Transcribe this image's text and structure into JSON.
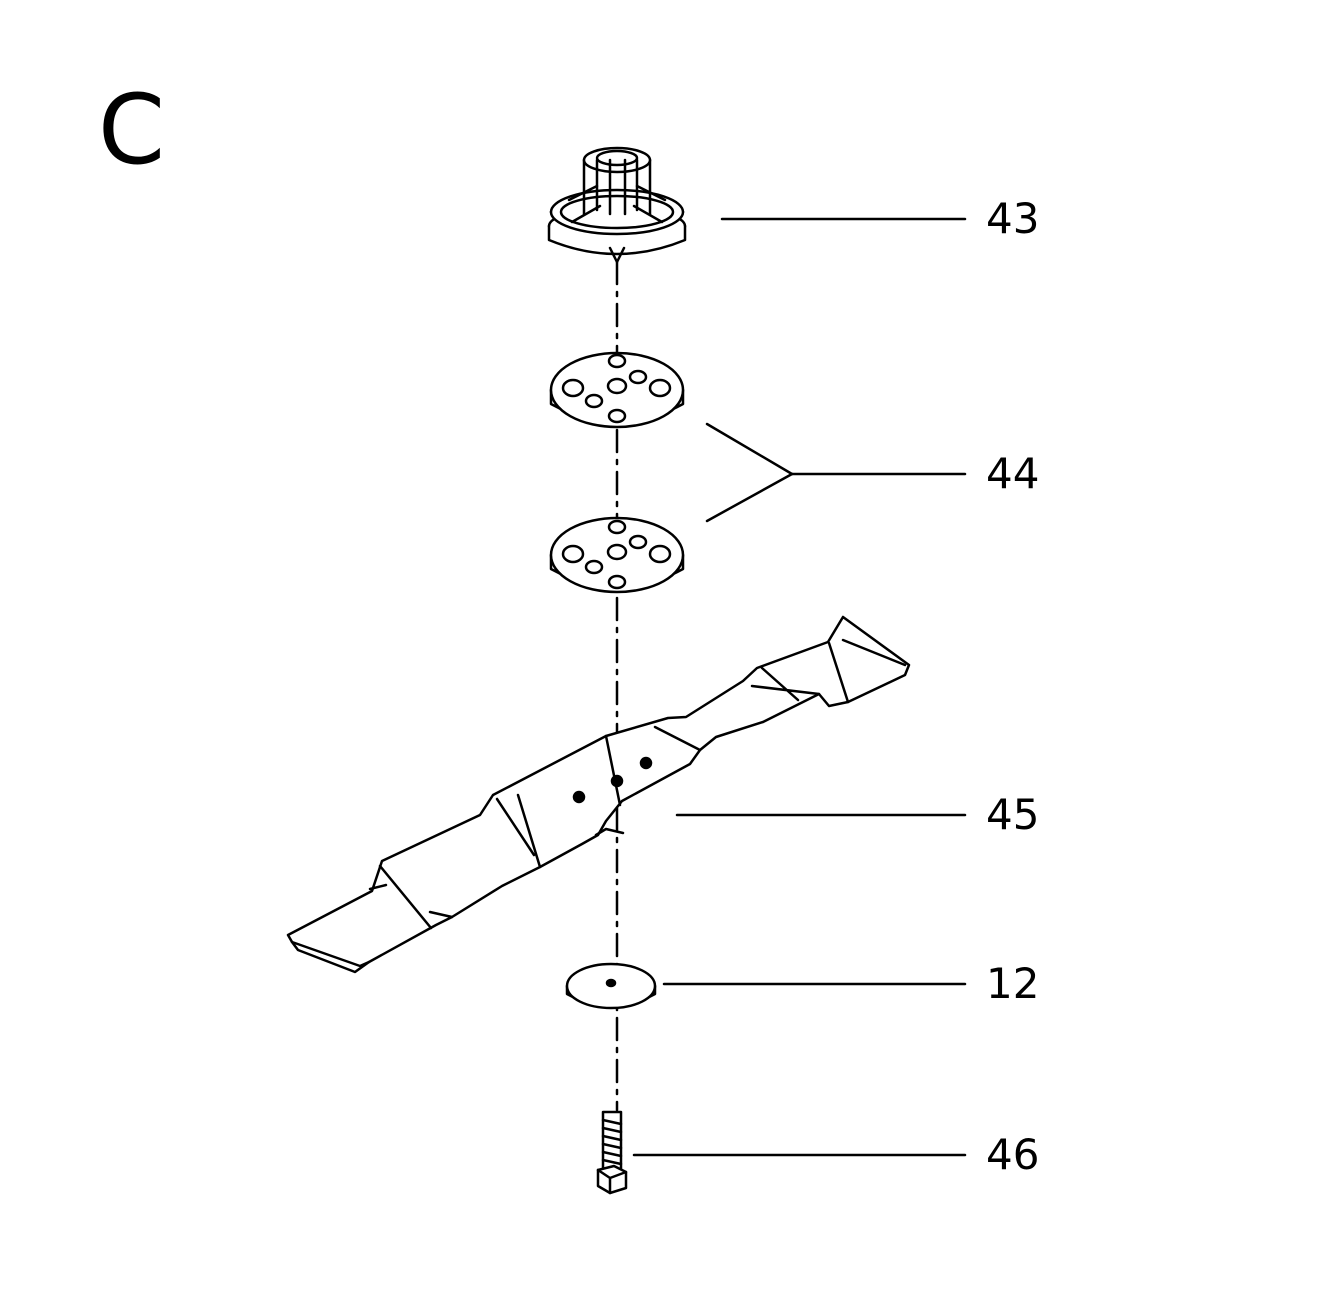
{
  "section_label": "C",
  "callouts": [
    {
      "id": "43",
      "text": "43"
    },
    {
      "id": "44",
      "text": "44"
    },
    {
      "id": "45",
      "text": "45"
    },
    {
      "id": "12",
      "text": "12"
    },
    {
      "id": "46",
      "text": "46"
    }
  ],
  "parts": [
    {
      "callout": "43",
      "icon": "blade-adapter-hub-icon"
    },
    {
      "callout": "44",
      "icon": "blade-plate-icon",
      "count": 2
    },
    {
      "callout": "45",
      "icon": "mower-blade-icon"
    },
    {
      "callout": "12",
      "icon": "washer-icon"
    },
    {
      "callout": "46",
      "icon": "bolt-icon"
    }
  ],
  "colors": {
    "ink": "#000000",
    "paper": "#ffffff"
  }
}
